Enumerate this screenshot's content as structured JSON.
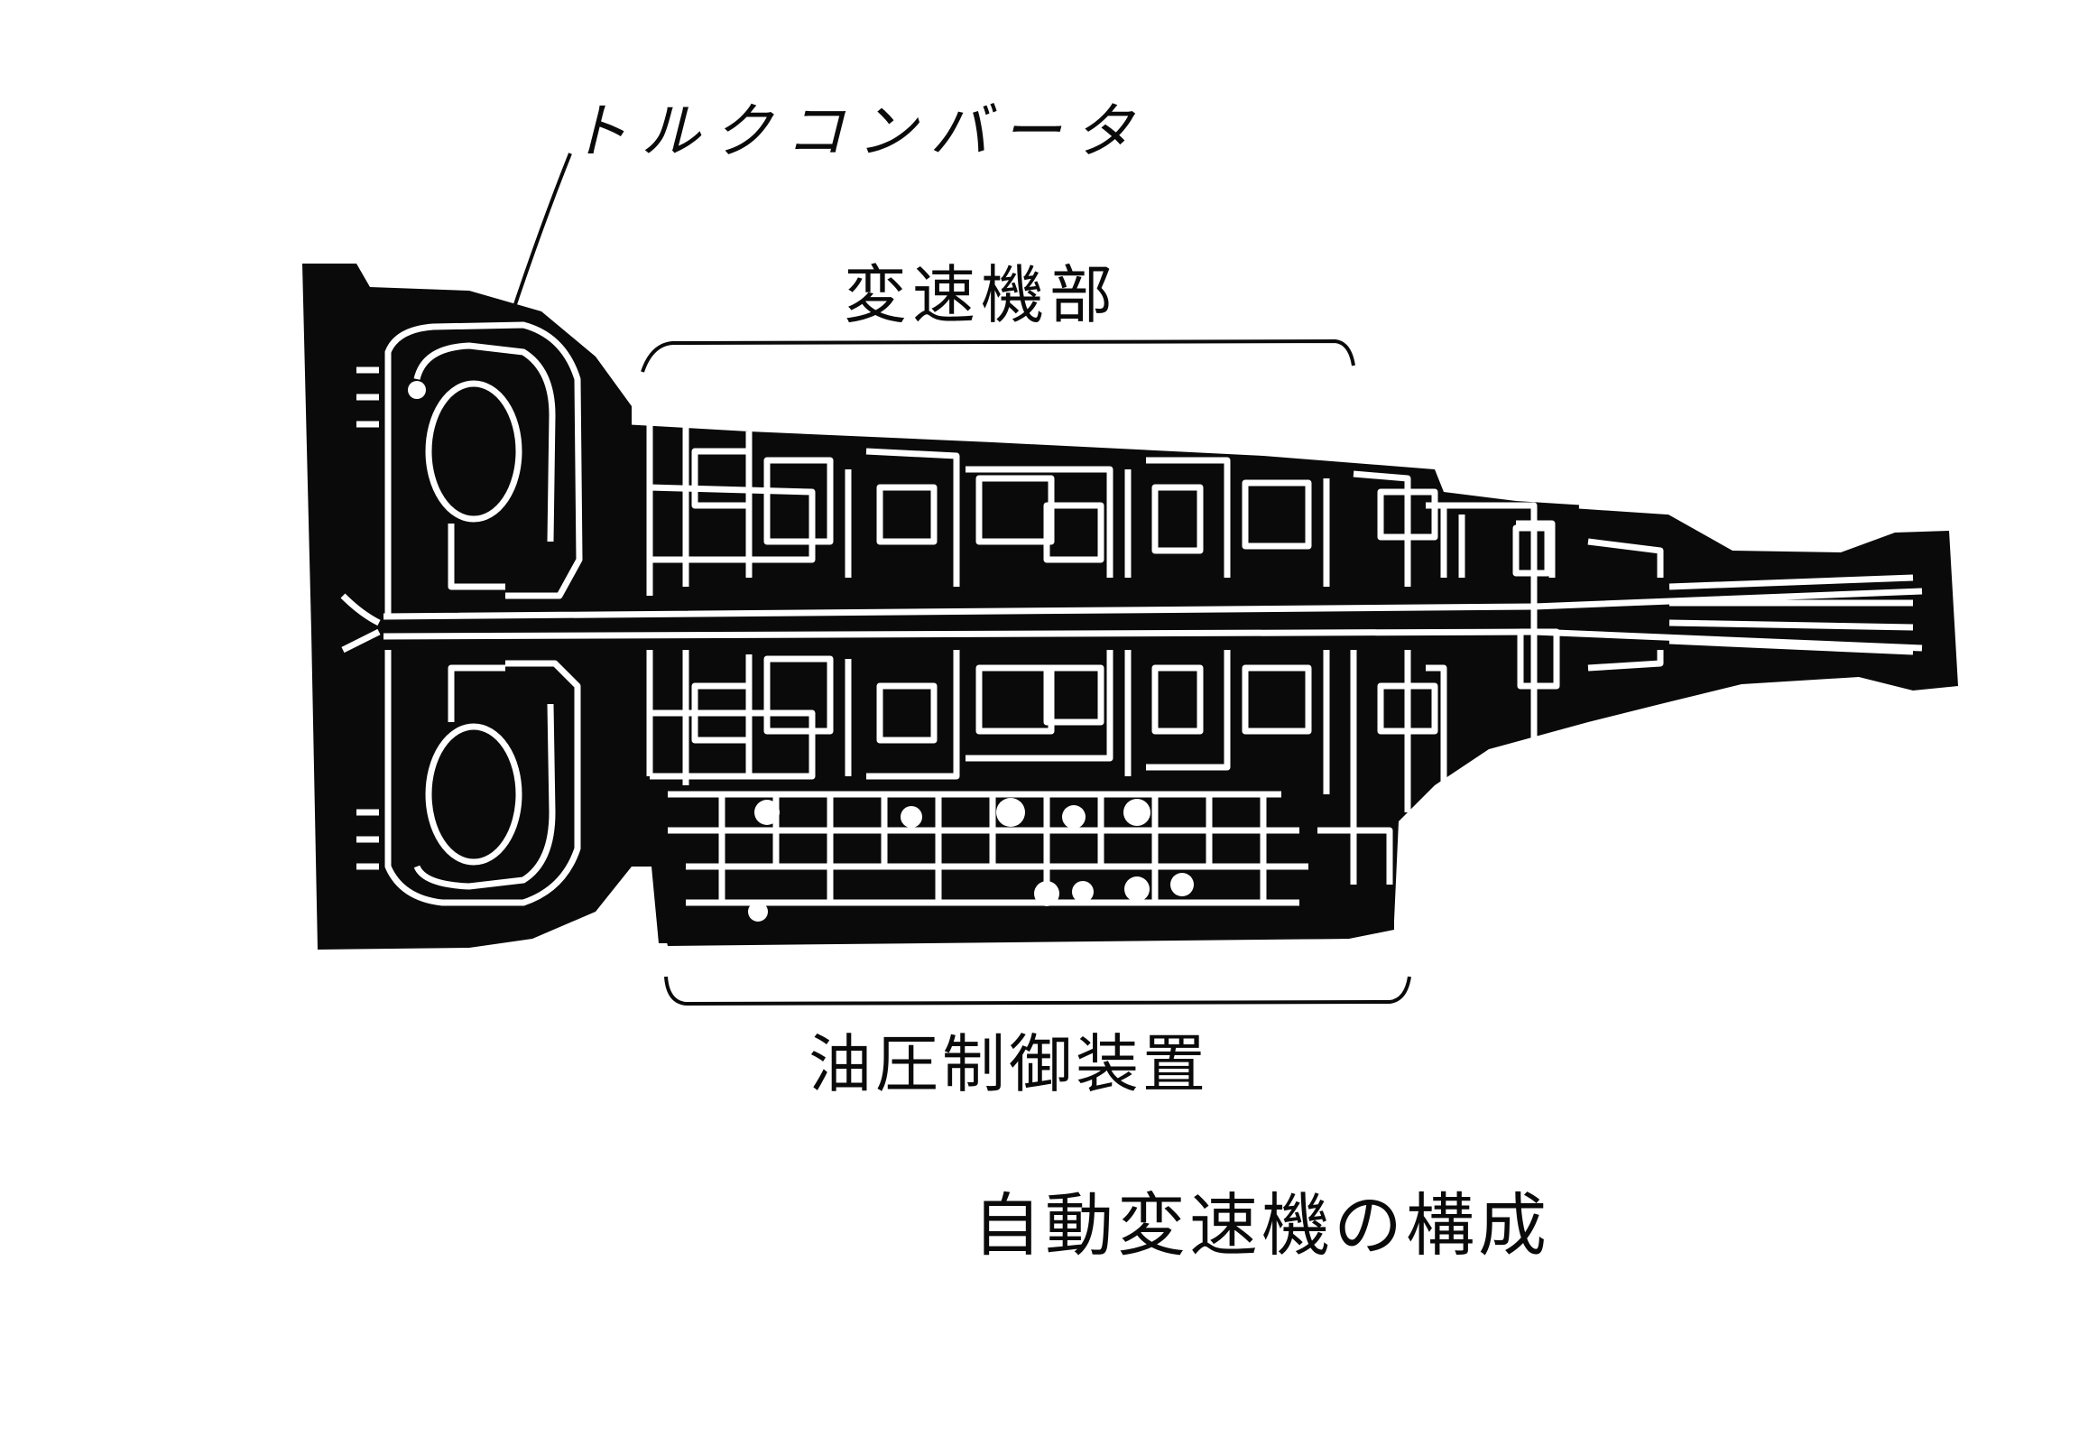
{
  "diagram": {
    "labels": {
      "torque_converter": "トルクコンバータ",
      "gear_section": "変速機部",
      "hydraulic_control": "油圧制御装置",
      "caption": "自動変速機の構成"
    },
    "colors": {
      "ink": "#0a0a0a",
      "paper": "#ffffff"
    }
  }
}
